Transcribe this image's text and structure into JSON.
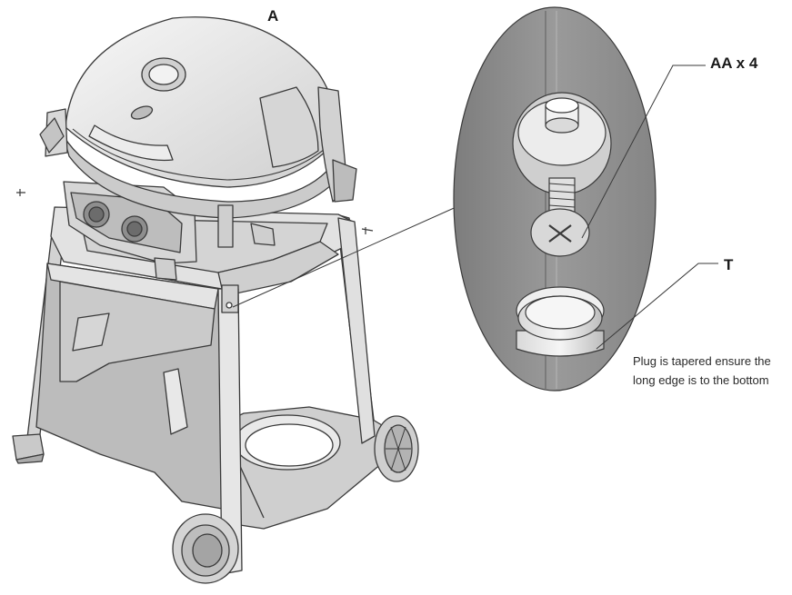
{
  "labels": {
    "grill_callout": "A",
    "screw_callout": "AA x 4",
    "plug_callout": "T"
  },
  "note": {
    "line1": "Plug is tapered ensure the",
    "line2": "long edge is to the bottom"
  },
  "colors": {
    "line": "#3a3a3a",
    "body": "#dcdcdc",
    "shade": "#a9a9a9",
    "dark": "#6e6e6e",
    "detail_bg": "#8f8f8f",
    "highlight": "#f4f4f4"
  }
}
